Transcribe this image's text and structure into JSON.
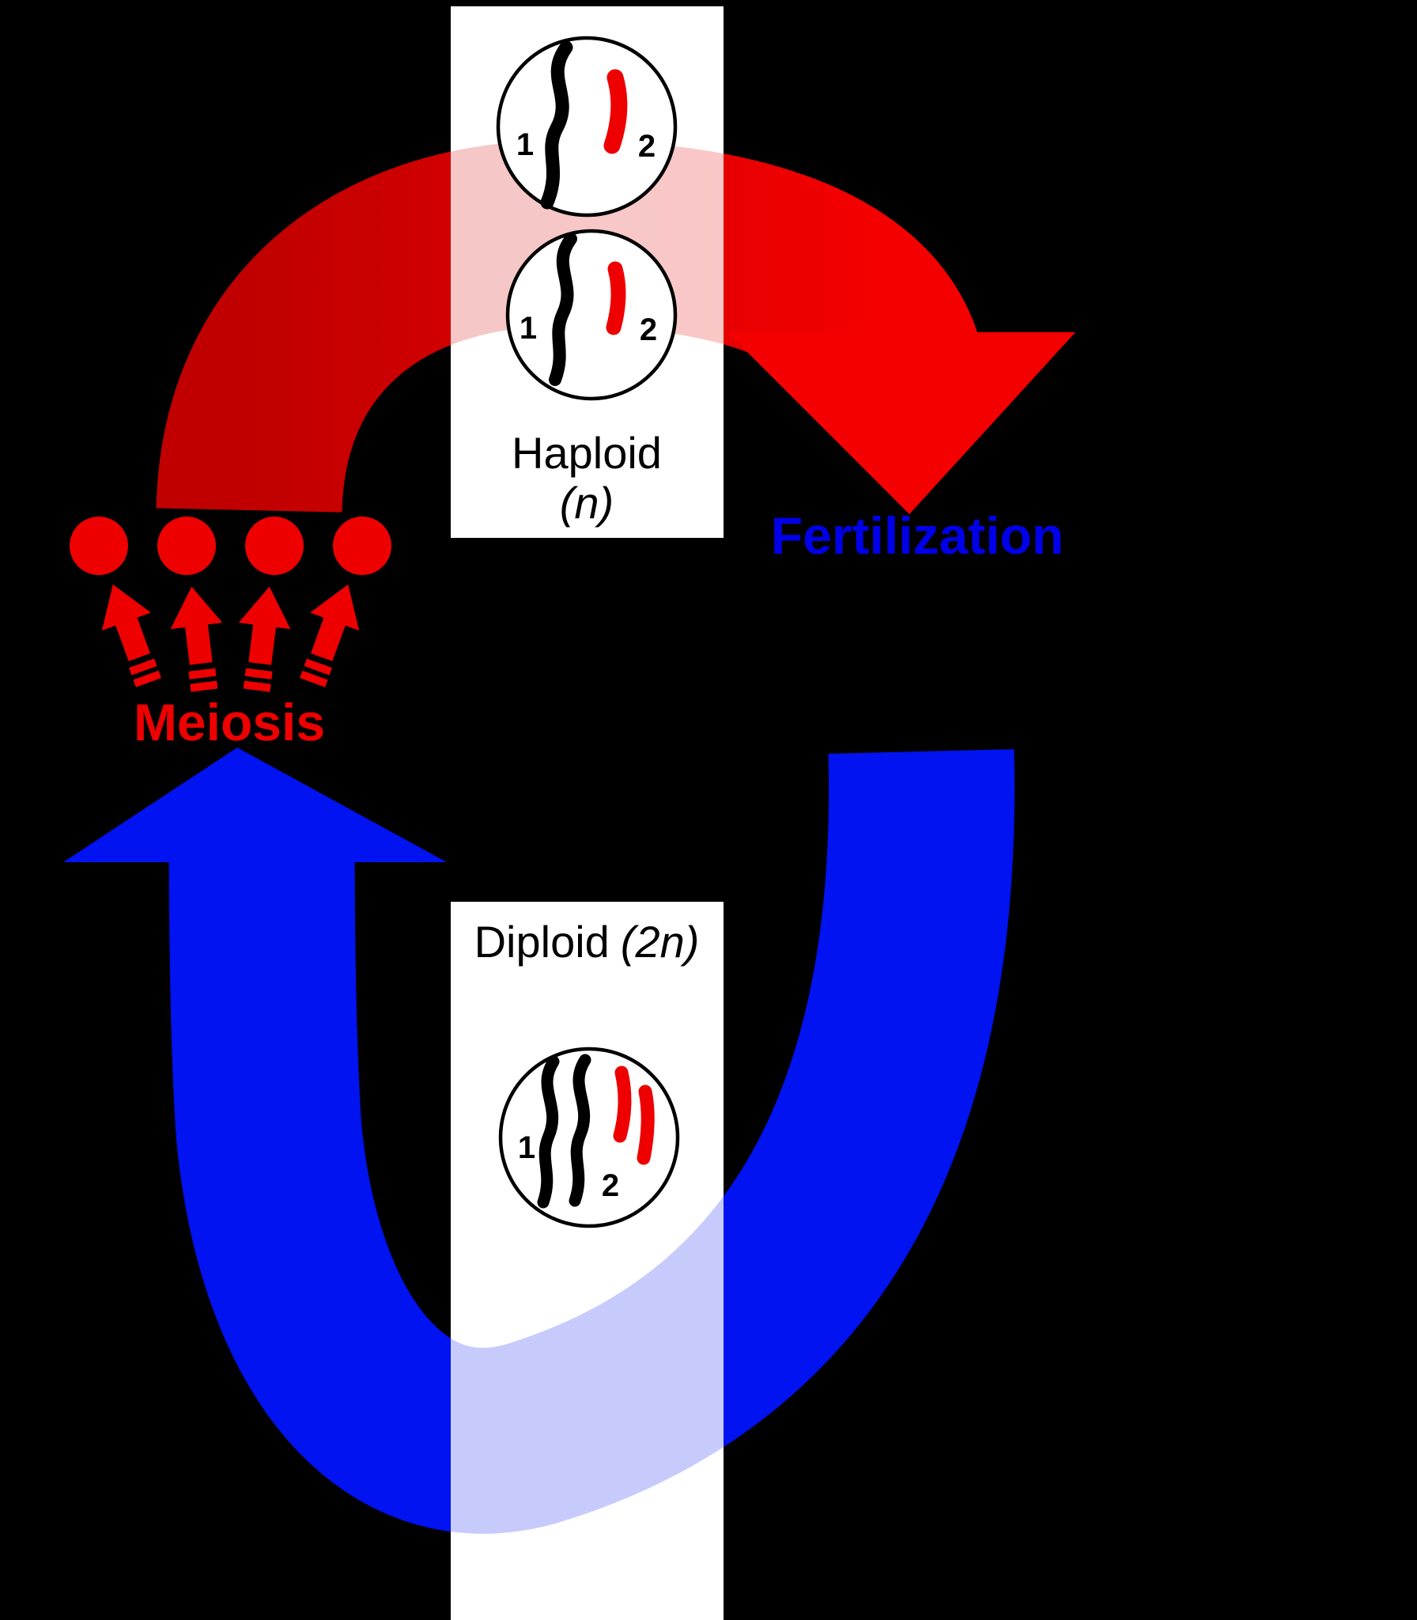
{
  "colors": {
    "background": "#000000",
    "panel": "#ffffff",
    "cycle_red_dark": "#c00000",
    "cycle_red": "#f50000",
    "cycle_blue": "#0013f0",
    "meiosis_red": "#ee0000",
    "fertilization_blue": "#0000e8",
    "chromosome_black": "#000000",
    "chromosome_red": "#ee0000"
  },
  "cycle": {
    "fertilization_label": "Fertilization",
    "meiosis_label": "Meiosis",
    "meiosis_product_count": 4
  },
  "haploid_panel": {
    "title": "Haploid",
    "ploidy": "(n)",
    "cells": [
      {
        "left_label": "1",
        "right_label": "2"
      },
      {
        "left_label": "1",
        "right_label": "2"
      }
    ]
  },
  "diploid_panel": {
    "title": "Diploid",
    "ploidy": "(2n)",
    "cell": {
      "left_label": "1",
      "right_label": "2"
    }
  }
}
